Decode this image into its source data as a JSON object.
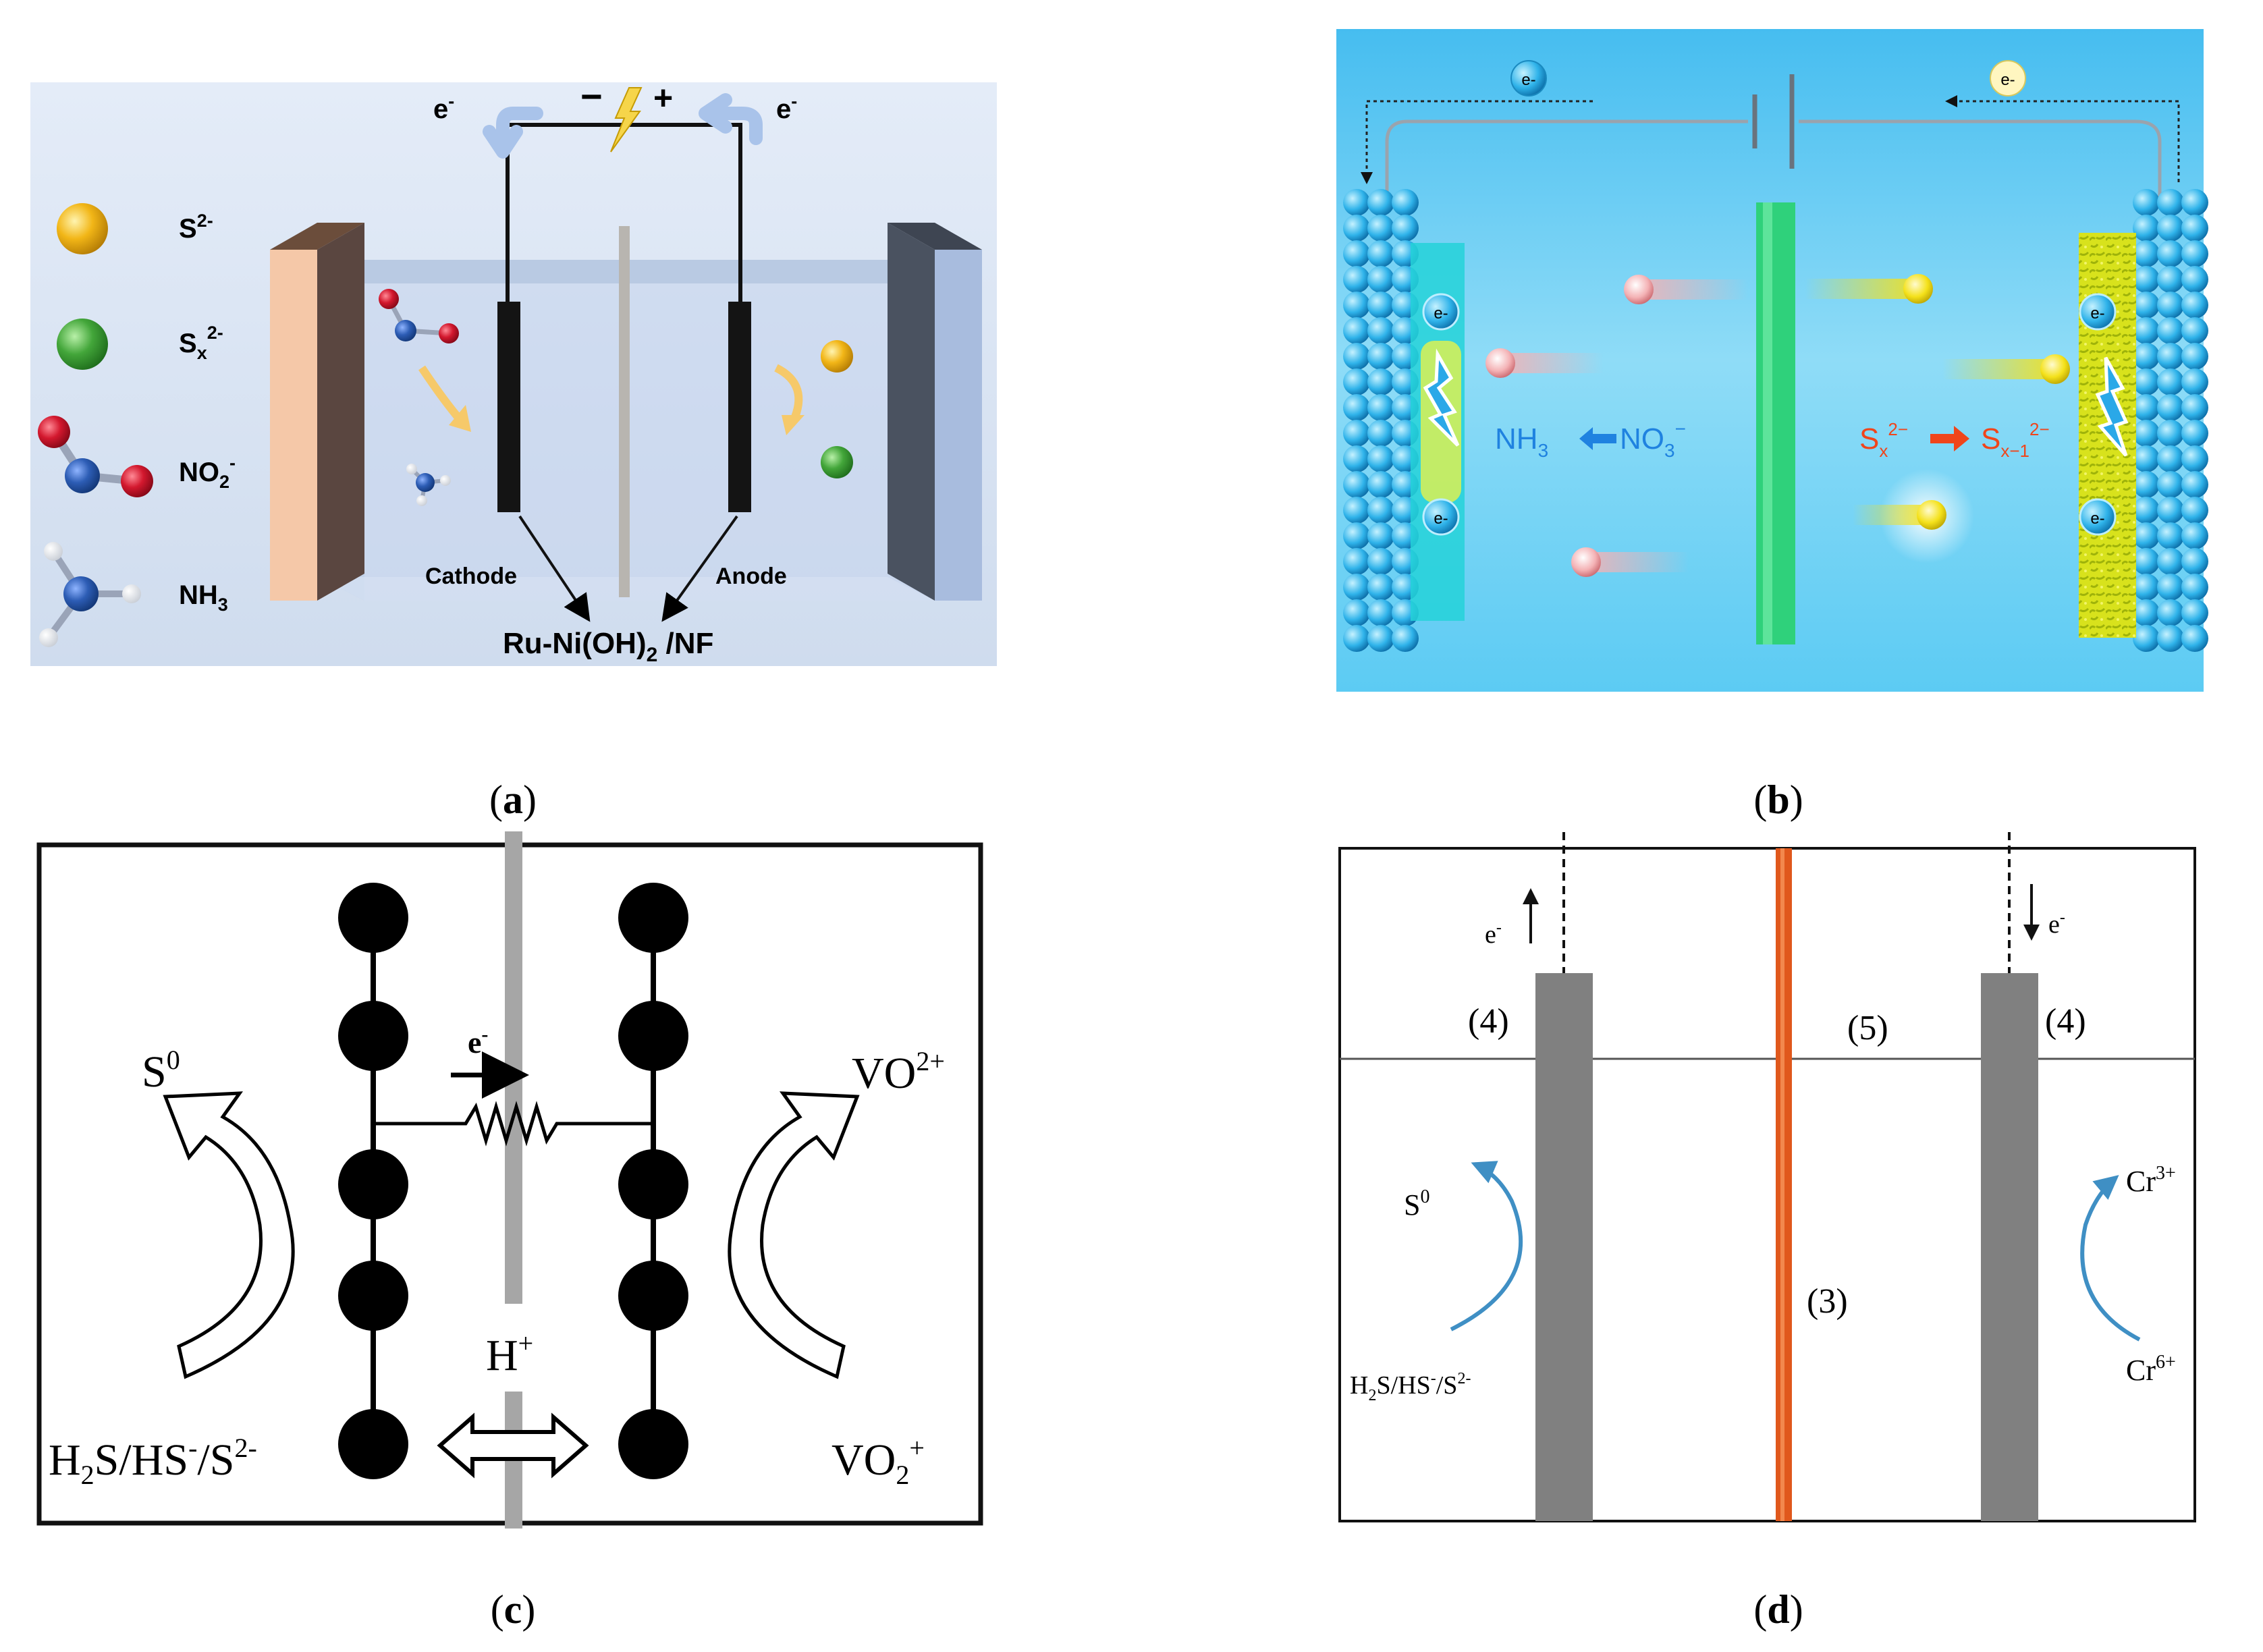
{
  "captions": {
    "a": "(a)",
    "b": "(b)",
    "c": "(c)",
    "d": "(d)"
  },
  "panel_a": {
    "legend": {
      "s2": {
        "base": "S",
        "sup": "2-"
      },
      "sx": {
        "base": "S",
        "sub": "x",
        "sup": "2-"
      },
      "no2": {
        "base": "NO",
        "sub": "2",
        "sup": "-"
      },
      "nh3": {
        "base": "NH",
        "sub": "3"
      }
    },
    "electron_left": {
      "base": "e",
      "sup": "-"
    },
    "electron_right": {
      "base": "e",
      "sup": "-"
    },
    "minus": "−",
    "plus": "+",
    "cathode": "Cathode",
    "anode": "Anode",
    "bottom_label": {
      "a": "Ru-Ni(OH)",
      "sub": "2",
      "b": " /NF"
    },
    "colors": {
      "s2": "#f2b617",
      "sx": "#43a63a",
      "oxygen": "#d3182e",
      "nitrogen": "#2d5db5",
      "background": "#dde8f6"
    }
  },
  "panel_b": {
    "electron_left": "e-",
    "electron_right": "e-",
    "electrode_electron": "e-",
    "nh3": {
      "base": "NH",
      "sub": "3"
    },
    "no3": {
      "base": "NO",
      "sub": "3",
      "sup": "−"
    },
    "sx_left": {
      "base": "S",
      "sub": "x",
      "sup": "2−"
    },
    "sx_right": {
      "base": "S",
      "sub": "x−1",
      "sup": "2−"
    },
    "colors": {
      "background": "#6fd0f4",
      "membrane": "#2fd17b",
      "arrow_red": "#f0451b",
      "text_blue": "#1f82e0"
    }
  },
  "panel_c": {
    "e_label": {
      "base": "e",
      "sup": "-"
    },
    "s0": {
      "base": "S",
      "sup": "0"
    },
    "vo2plus": {
      "base": "VO",
      "sup": "2+"
    },
    "hplus": {
      "base": "H",
      "sup": "+"
    },
    "h2s": {
      "a": "H",
      "sub": "2",
      "b": "S/HS",
      "sup1": "-",
      "c": "/S",
      "sup2": "2-"
    },
    "vo2": {
      "base": "VO",
      "sub": "2",
      "sup": "+"
    }
  },
  "panel_d": {
    "e_left": {
      "base": "e",
      "sup": "-"
    },
    "e_right": {
      "base": "e",
      "sup": "-"
    },
    "label4_left": "(4)",
    "label5": "(5)",
    "label4_right": "(4)",
    "label3": "(3)",
    "s0": {
      "base": "S",
      "sup": "0"
    },
    "h2s": {
      "a": "H",
      "sub": "2",
      "b": "S/HS",
      "sup1": "-",
      "c": "/S",
      "sup2": "2-"
    },
    "cr3": {
      "base": "Cr",
      "sup": "3+"
    },
    "cr6": {
      "base": "Cr",
      "sup": "6+"
    },
    "colors": {
      "membrane": "#e0581c",
      "electrode": "#808080",
      "arrow": "#3f8fc4"
    }
  }
}
